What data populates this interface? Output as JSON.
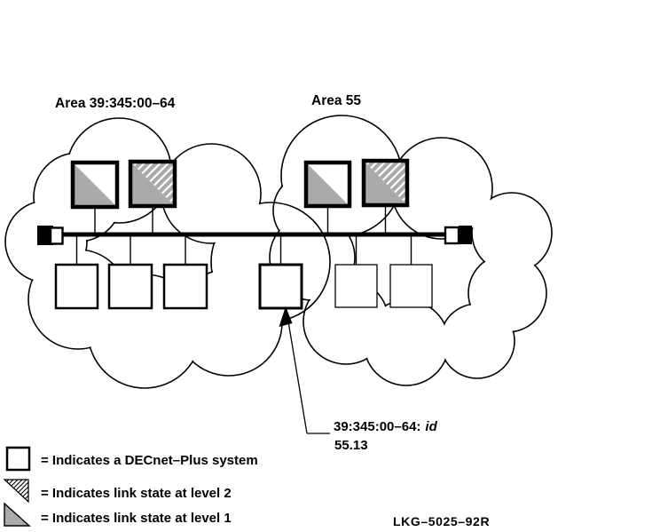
{
  "figure": {
    "area_labels": [
      {
        "text": "Area 39:345:00–64"
      },
      {
        "text": "Area 55"
      }
    ],
    "callout": {
      "line1_prefix": "39:345:00–64:",
      "line1_italic": "id",
      "line2": "55.13"
    },
    "legend": {
      "items": [
        {
          "symbol": "decnet-plus-system-square",
          "label": "= Indicates a DECnet–Plus system"
        },
        {
          "symbol": "link-state-level-2-hatched-triangle",
          "label": "= Indicates link state at level 2"
        },
        {
          "symbol": "link-state-level-1-gray-triangle",
          "label": "= Indicates link state at level 1"
        }
      ]
    },
    "figure_number": "LKG–5025–92R",
    "colors": {
      "ink": "#000000",
      "paper": "#ffffff",
      "gray_fill": "#aaaaaa"
    }
  }
}
